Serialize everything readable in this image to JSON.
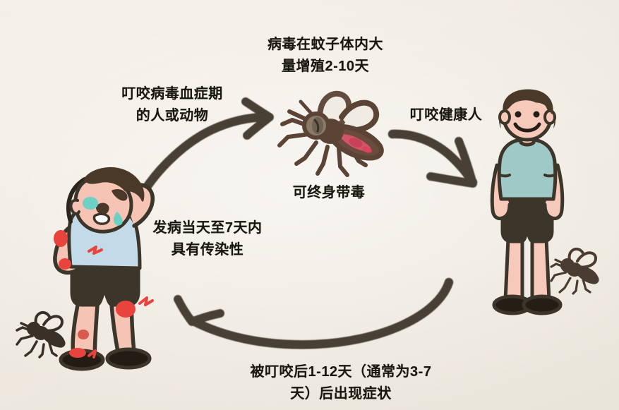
{
  "diagram": {
    "title": "蚊媒传染病传播循环图",
    "background_color": "#f1ece3",
    "ink_color": "#4a3f36",
    "text_color": "#18160f"
  },
  "labels": {
    "amplification": "病毒在蚊子体内大\n量增殖2-10天",
    "bite_viremic": "叮咬病毒血症期\n的人或动物",
    "bite_healthy": "叮咬健康人",
    "lifelong_carrier": "可终身带毒",
    "infectious_period": "发病当天至7天内\n具有传染性",
    "incubation": "被叮咬后1-12天（通常为3-7\n天）后出现症状"
  },
  "figures": {
    "sick_person": {
      "name": "发病的人",
      "shirt_color": "#c3dbe8",
      "shorts_color": "#3b352a",
      "skin_color": "#f5c4b4",
      "hair_color": "#4a3828",
      "rash_color": "#e8433c",
      "tear_color": "#6ecfc4"
    },
    "healthy_person": {
      "name": "健康人",
      "shirt_color": "#9fc9c6",
      "shorts_color": "#3b352a",
      "skin_color": "#f6c9ba",
      "hair_color": "#4a3828"
    },
    "mosquito_main": {
      "name": "带毒蚊子",
      "body_color": "#5b4436",
      "head_color": "#8a7a68",
      "blood_color": "#e0556e",
      "wing_color": "#5b4436"
    },
    "mosquito_small_left": {
      "name": "蚊子",
      "body_color": "#3a3028"
    },
    "mosquito_small_right": {
      "name": "蚊子",
      "body_color": "#4a3c30"
    }
  },
  "arrows": [
    {
      "name": "arrow-person-to-mosquito",
      "from": "发病的人",
      "to": "蚊子",
      "direction": "up-right"
    },
    {
      "name": "arrow-mosquito-to-healthy",
      "from": "蚊子",
      "to": "健康人",
      "direction": "down-right"
    },
    {
      "name": "arrow-healthy-to-person",
      "from": "健康人",
      "to": "发病的人",
      "direction": "left"
    }
  ]
}
